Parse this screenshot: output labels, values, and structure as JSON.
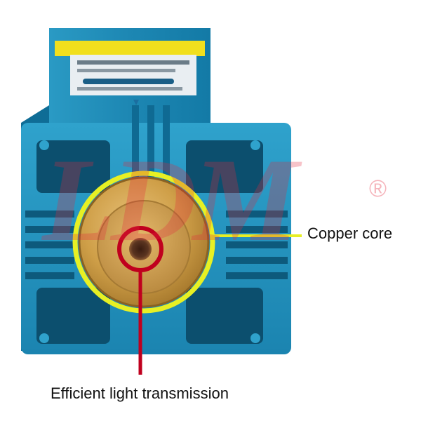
{
  "image": {
    "subject": "blue aluminium laser module front view",
    "colors": {
      "housing_blue": "#1e8bb6",
      "housing_dark": "#0d5a7c",
      "label_yellow": "#f1df1d",
      "copper": "#c9973d",
      "highlight_ring": "#e7f024",
      "focus_ring": "#c0001e",
      "watermark": "#e3283c"
    }
  },
  "watermark": {
    "text": "LDM",
    "registered_mark": "®"
  },
  "callouts": {
    "copper_core": "Copper core",
    "light_transmission": "Efficient light transmission"
  }
}
